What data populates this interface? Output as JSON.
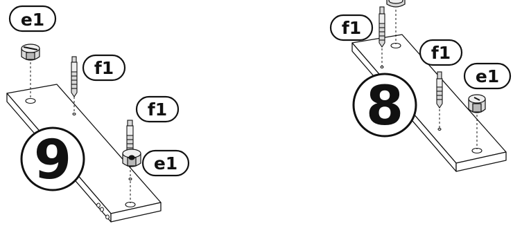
{
  "steps": [
    {
      "number": "9",
      "parts": {
        "cam": "e1",
        "bolt": "f1"
      }
    },
    {
      "number": "8",
      "parts": {
        "cam": "e1",
        "bolt": "f1"
      }
    }
  ],
  "colors": {
    "ink": "#111111",
    "panel": "#ffffff",
    "hardware_fill": "#d9d9d9"
  }
}
